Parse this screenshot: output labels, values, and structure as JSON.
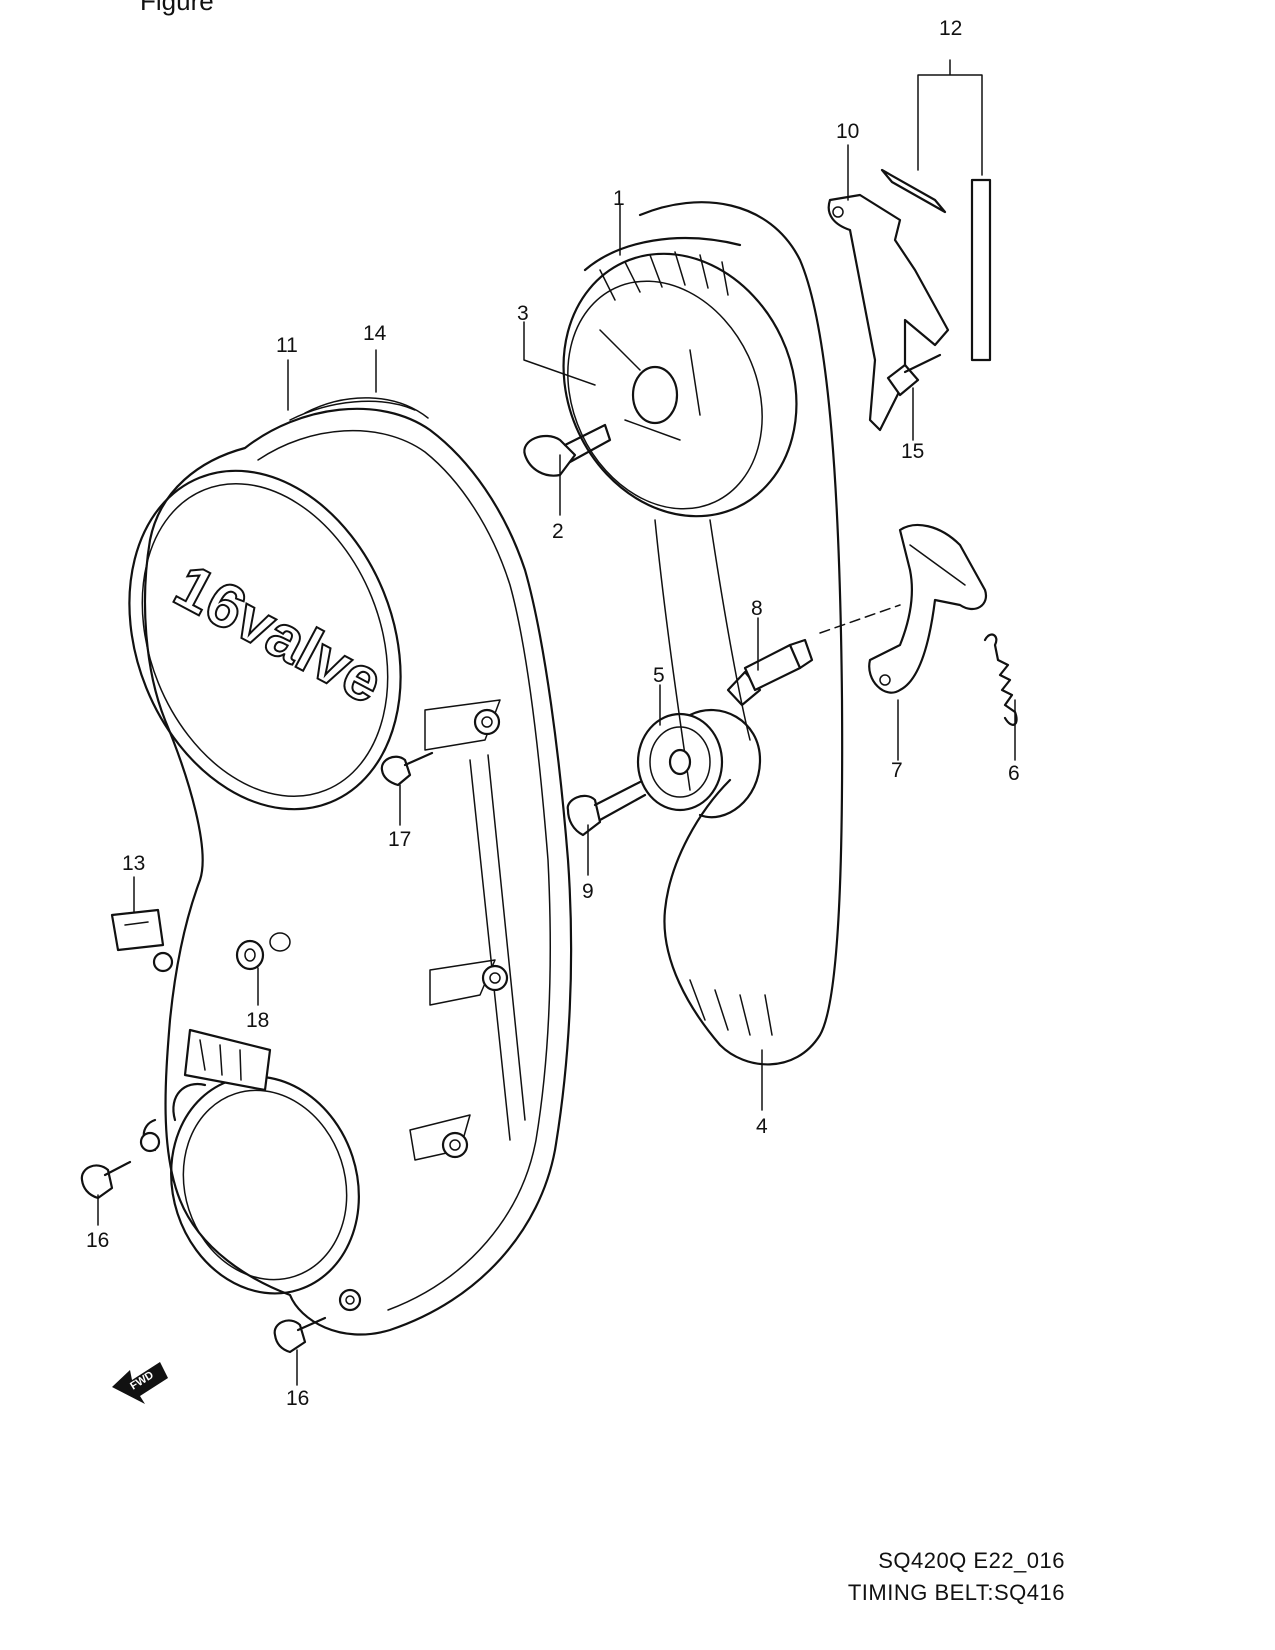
{
  "header_fragment": "Figure",
  "cover_logo_text": "16valve",
  "fwd_label": "FWD",
  "callouts": {
    "c1": "1",
    "c2": "2",
    "c3": "3",
    "c4": "4",
    "c5": "5",
    "c6": "6",
    "c7": "7",
    "c8": "8",
    "c9": "9",
    "c10": "10",
    "c11": "11",
    "c12": "12",
    "c13": "13",
    "c14": "14",
    "c15": "15",
    "c16a": "16",
    "c16b": "16",
    "c17": "17",
    "c18": "18"
  },
  "caption": {
    "code": "SQ420Q E22_016",
    "title": "TIMING BELT:SQ416"
  }
}
